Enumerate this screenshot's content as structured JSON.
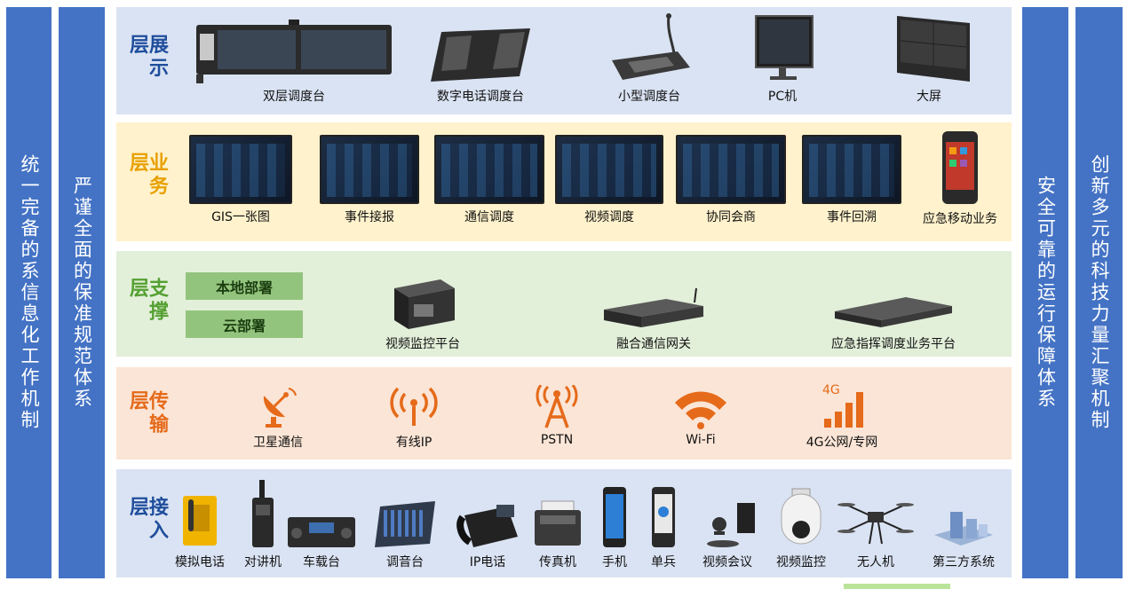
{
  "left_columns": [
    "统一完备的系信息化工作机制",
    "严谨全面的保准规范体系"
  ],
  "right_columns": [
    "安全可靠的运行保障体系",
    "创新多元的科技力量汇聚机制"
  ],
  "layers": {
    "display": {
      "name": "展示层",
      "items": [
        "双层调度台",
        "数字电话调度台",
        "小型调度台",
        "PC机",
        "大屏"
      ]
    },
    "business": {
      "name": "业务层",
      "items": [
        "GIS一张图",
        "事件接报",
        "通信调度",
        "视频调度",
        "协同会商",
        "事件回溯",
        "应急移动业务"
      ]
    },
    "support": {
      "name": "支撑层",
      "deploy": [
        "本地部署",
        "云部署"
      ],
      "items": [
        "视频监控平台",
        "融合通信网关",
        "应急指挥调度业务平台"
      ]
    },
    "transport": {
      "name": "传输层",
      "items": [
        "卫星通信",
        "有线IP",
        "PSTN",
        "Wi-Fi",
        "4G公网/专网"
      ],
      "badge_4g": "4G"
    },
    "access": {
      "name": "接入层",
      "items": [
        "模拟电话",
        "对讲机",
        "车载台",
        "调音台",
        "IP电话",
        "传真机",
        "手机",
        "单兵",
        "视频会议",
        "视频监控",
        "无人机",
        "第三方系统"
      ]
    }
  },
  "colors": {
    "side": "#4473c5",
    "display_bg": "#dae3f3",
    "business_bg": "#fff2cc",
    "support_bg": "#e2efd9",
    "transport_bg": "#fbe5d6",
    "access_bg": "#dae3f3",
    "transport_icon": "#e56a1a",
    "deploy_bg": "#93c47d"
  }
}
